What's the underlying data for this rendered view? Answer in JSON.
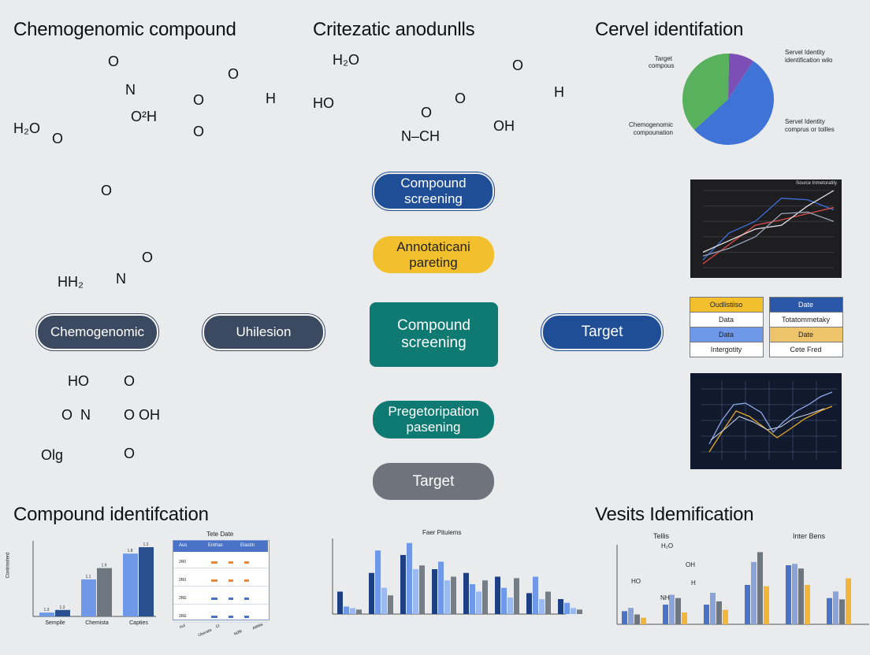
{
  "headings": {
    "top_left": "Chemogenomic compound",
    "top_center": "Critezatic anodunlls",
    "top_right": "Cervel identifation",
    "bottom_left": "Compound identifcation",
    "bottom_right": "Vesits Idemification"
  },
  "flow": {
    "compound_screening_top": "Compound screening",
    "annotation_parsing": "Annotaticani pareting",
    "chemogenomic": "Chemogenomic",
    "uhilesion": "Uhilesion",
    "compound_screening_center": "Compound screening",
    "target_right": "Target",
    "pregetoripation": "Pregetoripation pasening",
    "target_bottom": "Target"
  },
  "molecules": {
    "m1": {
      "o_top": "O",
      "n": "N",
      "oh": "O²H",
      "h2o": "H₂O",
      "o_bottom": "O"
    },
    "m2": {
      "o_top": "O",
      "o_left": "O",
      "o_bottom": "O",
      "h": "H"
    },
    "m3": {
      "h2o": "H₂O",
      "ho": "HO",
      "o": "O",
      "n_ch": "N‒CH"
    },
    "m4": {
      "o_top": "O",
      "o_left": "O",
      "oh": "OH",
      "h": "H"
    },
    "m5": {
      "o_top": "O",
      "o_ring": "O",
      "n": "N",
      "h2": "HH₂"
    },
    "m6": {
      "ho": "HO",
      "o_left": "O",
      "n": "N",
      "o_top": "O",
      "o_mid": "O",
      "oh": "OH",
      "o_bottom": "O",
      "olg": "Olg"
    }
  },
  "pie": {
    "labels": {
      "target": "Target compous",
      "chemogenomic": "Chemogenomic compounation",
      "purple": "Servel Identity identification wilo",
      "blue": "Servel Identity comprus or toilles"
    },
    "slices": [
      {
        "name": "purple",
        "value": 0.09,
        "color": "#7b4fb5"
      },
      {
        "name": "blue",
        "value": 0.54,
        "color": "#3f73d6"
      },
      {
        "name": "green",
        "value": 0.37,
        "color": "#58b15c"
      }
    ]
  },
  "table_right": {
    "rows": [
      [
        "Oudlistiiso",
        "Date"
      ],
      [
        "Data",
        "Totatommetaky"
      ],
      [
        "Data",
        "Date"
      ],
      [
        "Intergotity",
        "Cete Fred"
      ]
    ],
    "colors": [
      [
        "#f2c02d",
        "#2a57a8"
      ],
      [
        "#ffffff",
        "#ffffff"
      ],
      [
        "#6f98e8",
        "#eec46a"
      ],
      [
        "#ffffff",
        "#ffffff"
      ]
    ]
  },
  "line_chart_top": {
    "title": "Source Inmetoratity",
    "series": [
      {
        "color": "#3e6fdc",
        "values": [
          10,
          45,
          60,
          90,
          88,
          75
        ]
      },
      {
        "color": "#d94c4c",
        "values": [
          5,
          30,
          55,
          62,
          70,
          78
        ]
      },
      {
        "color": "#e5e5e5",
        "values": [
          20,
          35,
          50,
          55,
          80,
          100
        ]
      },
      {
        "color": "#9aa3b5",
        "values": [
          15,
          25,
          40,
          70,
          72,
          60
        ]
      }
    ]
  },
  "chart_data": [
    {
      "type": "bar",
      "categories": [
        "Sempile",
        "Chemista",
        "Capties"
      ],
      "series": [
        {
          "values": [
            1.2,
            11.5,
            19.5
          ]
        },
        {
          "values": [
            2.0,
            15.0,
            21.5
          ]
        }
      ]
    },
    {
      "type": "bar",
      "title": "Faer Pituiems",
      "series": [
        {
          "values": [
            30,
            55,
            79,
            60,
            55,
            50,
            28,
            20
          ]
        },
        {
          "values": [
            10,
            85,
            95,
            70,
            40,
            35,
            50,
            15
          ]
        },
        {
          "values": [
            8,
            35,
            60,
            45,
            30,
            22,
            20,
            8
          ]
        },
        {
          "values": [
            6,
            25,
            65,
            50,
            45,
            48,
            30,
            6
          ]
        }
      ]
    },
    {
      "type": "bar",
      "title": "Inter Bens",
      "series": [
        {
          "values": [
            20,
            30,
            30,
            60,
            90,
            40
          ]
        },
        {
          "values": [
            25,
            45,
            48,
            95,
            92,
            50
          ]
        },
        {
          "values": [
            15,
            40,
            35,
            110,
            85,
            38
          ]
        },
        {
          "values": [
            10,
            18,
            22,
            58,
            60,
            70
          ]
        }
      ]
    }
  ],
  "bar_panel": {
    "sem_ticks": [
      "1.3",
      "1.3"
    ],
    "chem_ticks": [
      "1.1",
      "1.9"
    ],
    "cap_ticks": [
      "1.8",
      "1.3"
    ],
    "ylabel": "Contrinsterd"
  },
  "small_table": {
    "title": "Tete Date",
    "headers": [
      "Aus",
      "Entrlas",
      "Elastin"
    ],
    "rows": [
      "2R0",
      "2R0",
      "2RE",
      "2RE"
    ],
    "xlabels": [
      "Aul",
      "Oberata",
      "Cl",
      "Ndfit",
      "Abblia"
    ]
  },
  "tellis": {
    "title": "Tellis",
    "ho": "HO",
    "oh": "OH",
    "h": "H",
    "h2o": "H₂O",
    "nh": "NH₂"
  }
}
